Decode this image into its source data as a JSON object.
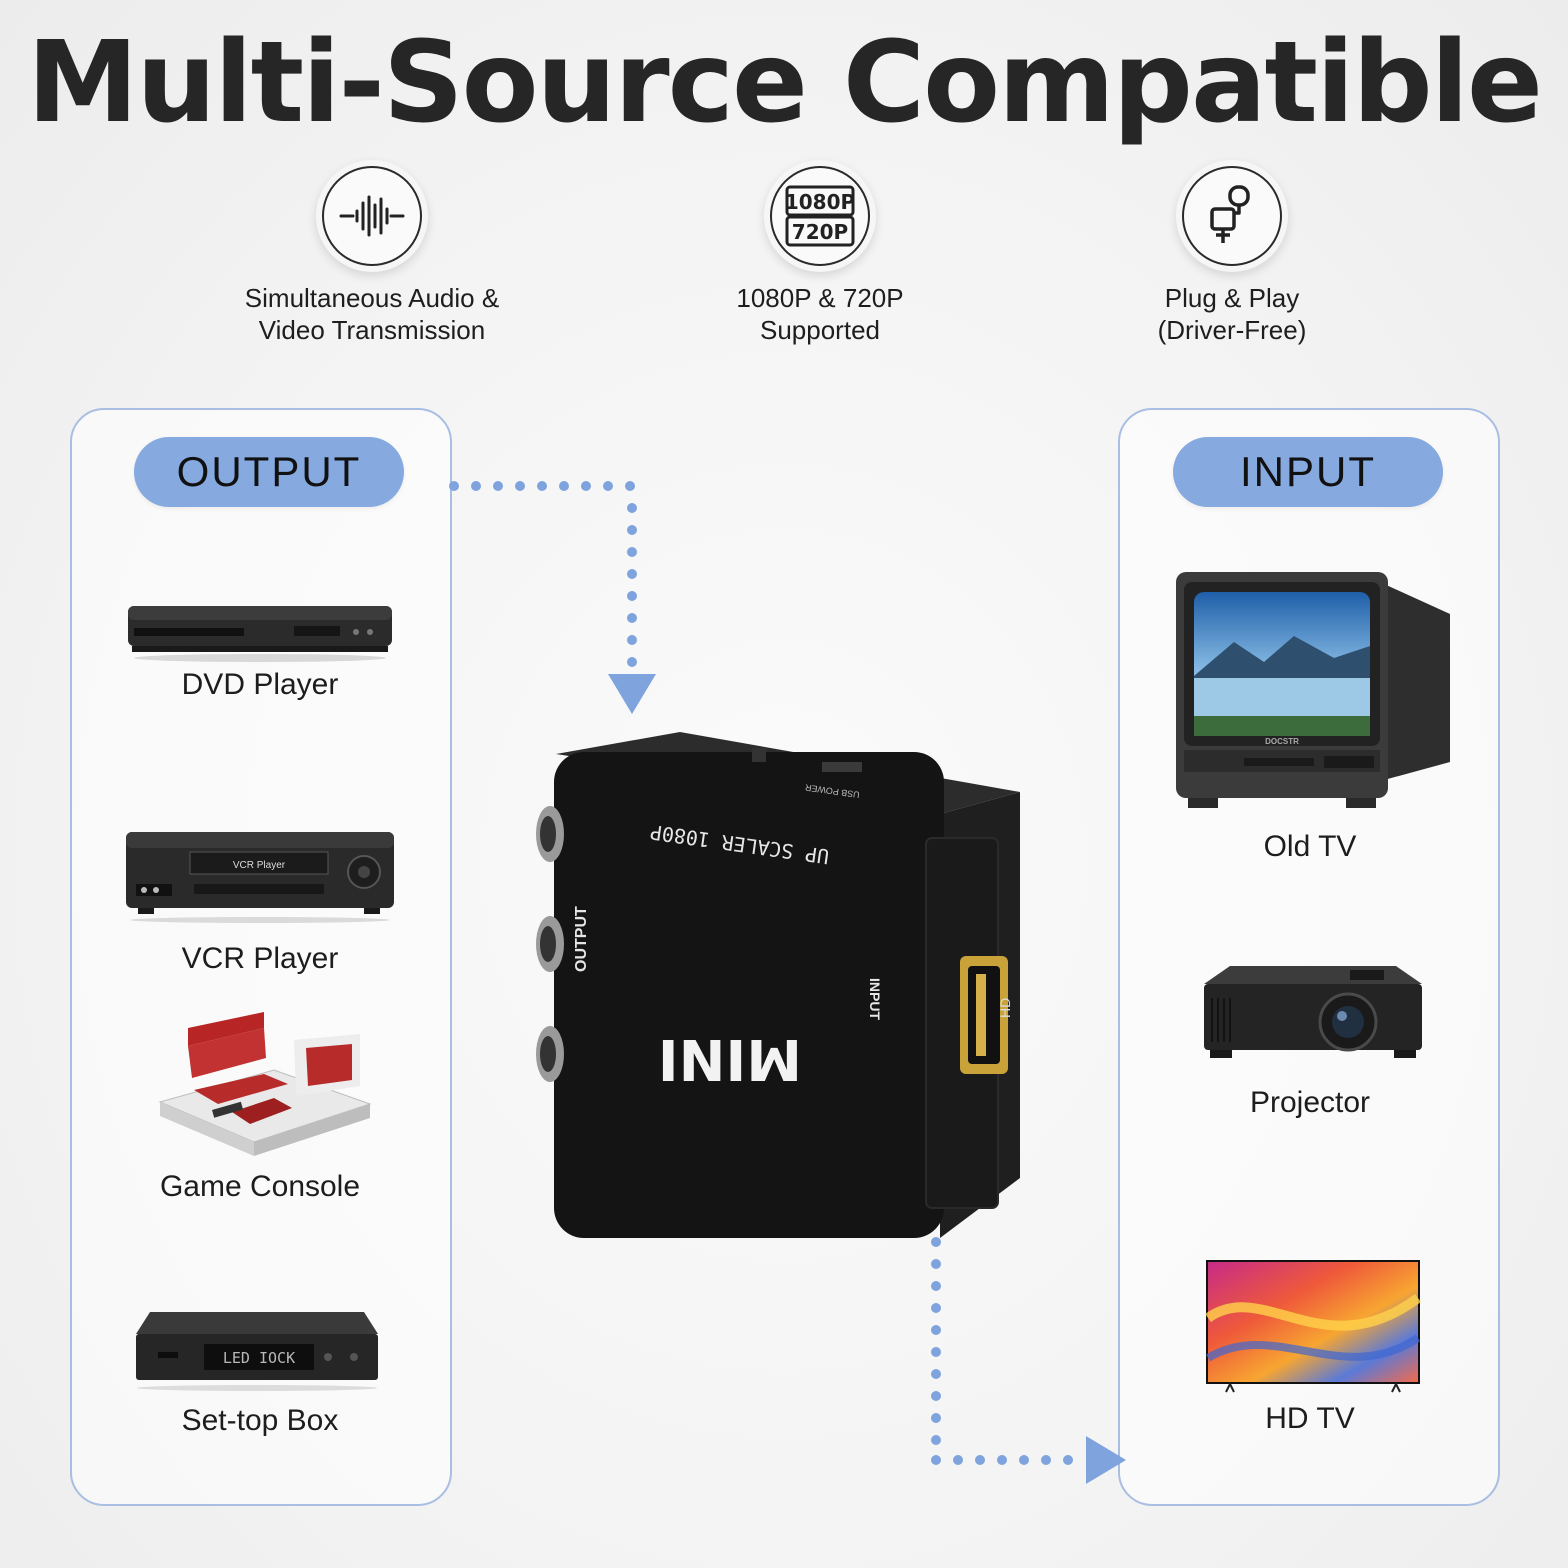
{
  "title": "Multi-Source Compatible",
  "features": [
    {
      "icon": "sound-wave-icon",
      "line1": "Simultaneous Audio &",
      "line2": "Video Transmission"
    },
    {
      "icon": "resolution-icon",
      "badge_top": "1080P",
      "badge_bottom": "720P",
      "line1": "1080P & 720P",
      "line2": "Supported"
    },
    {
      "icon": "plug-icon",
      "line1": "Plug & Play",
      "line2": "(Driver-Free)"
    }
  ],
  "output_panel": {
    "label": "OUTPUT",
    "items": [
      "DVD Player",
      "VCR Player",
      "Game Console",
      "Set-top Box"
    ]
  },
  "input_panel": {
    "label": "INPUT",
    "items": [
      "Old TV",
      "Projector",
      "HD TV"
    ]
  },
  "device": {
    "top_text": "UP SCALER 1080P",
    "output_text": "OUTPUT",
    "input_text": "INPUT",
    "brand": "MINI",
    "port_text": "HD",
    "usb_text": "USB POWER",
    "vcr_label": "VCR Player",
    "stb_display": "LED IOCK",
    "tv_brand": "DOCSTR"
  },
  "colors": {
    "accent": "#86a9e0",
    "panel_border": "#a9bee3",
    "arrow": "#7ea3dd"
  }
}
